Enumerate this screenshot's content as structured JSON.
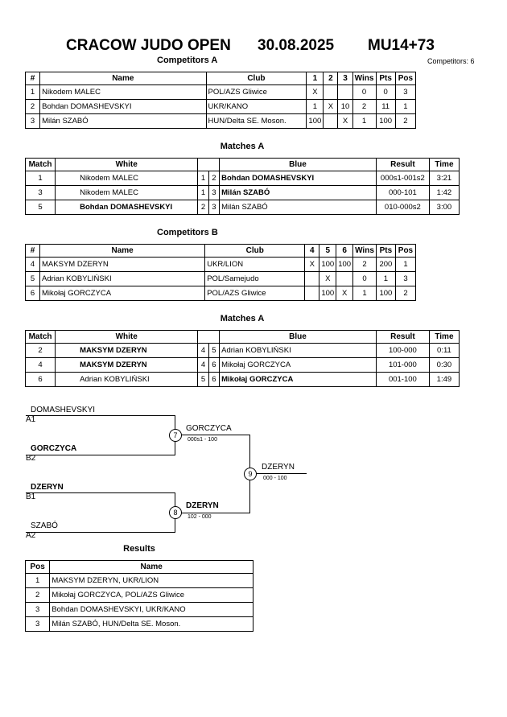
{
  "header": {
    "event": "CRACOW JUDO OPEN",
    "date": "30.08.2025",
    "category": "MU14+73",
    "competitors_count": "Competitors: 6"
  },
  "competitors_a": {
    "title": "Competitors A",
    "headers": [
      "#",
      "Name",
      "Club",
      "1",
      "2",
      "3",
      "Wins",
      "Pts",
      "Pos"
    ],
    "rows": [
      {
        "num": "1",
        "name": "Nikodem MALEC",
        "club": "POL/AZS Gliwice",
        "s1": "X",
        "s2": "",
        "s3": "",
        "wins": "0",
        "pts": "0",
        "pos": "3"
      },
      {
        "num": "2",
        "name": "Bohdan DOMASHEVSKYI",
        "club": "UKR/KANO",
        "s1": "1",
        "s2": "X",
        "s3": "10",
        "wins": "2",
        "pts": "11",
        "pos": "1"
      },
      {
        "num": "3",
        "name": "Milán SZABÓ",
        "club": "HUN/Delta SE. Moson.",
        "s1": "100",
        "s2": "",
        "s3": "X",
        "wins": "1",
        "pts": "100",
        "pos": "2"
      }
    ]
  },
  "matches_a": {
    "title": "Matches A",
    "headers": [
      "Match",
      "White",
      "Blue",
      "Result",
      "Time"
    ],
    "rows": [
      {
        "match": "1",
        "white": "Nikodem MALEC",
        "wn": "1",
        "bn": "2",
        "blue": "Bohdan DOMASHEVSKYI",
        "result": "000s1-001s2",
        "time": "3:21",
        "winner": "blue"
      },
      {
        "match": "3",
        "white": "Nikodem MALEC",
        "wn": "1",
        "bn": "3",
        "blue": "Milán SZABÓ",
        "result": "000-101",
        "time": "1:42",
        "winner": "blue"
      },
      {
        "match": "5",
        "white": "Bohdan DOMASHEVSKYI",
        "wn": "2",
        "bn": "3",
        "blue": "Milán SZABÓ",
        "result": "010-000s2",
        "time": "3:00",
        "winner": "white"
      }
    ]
  },
  "competitors_b": {
    "title": "Competitors B",
    "headers": [
      "#",
      "Name",
      "Club",
      "4",
      "5",
      "6",
      "Wins",
      "Pts",
      "Pos"
    ],
    "rows": [
      {
        "num": "4",
        "name": "MAKSYM DZERYN",
        "club": "UKR/LION",
        "s1": "X",
        "s2": "100",
        "s3": "100",
        "wins": "2",
        "pts": "200",
        "pos": "1"
      },
      {
        "num": "5",
        "name": "Adrian KOBYLIŃSKI",
        "club": "POL/Samejudo",
        "s1": "",
        "s2": "X",
        "s3": "",
        "wins": "0",
        "pts": "1",
        "pos": "3"
      },
      {
        "num": "6",
        "name": "Mikołaj GORCZYCA",
        "club": "POL/AZS Gliwice",
        "s1": "",
        "s2": "100",
        "s3": "X",
        "wins": "1",
        "pts": "100",
        "pos": "2"
      }
    ]
  },
  "matches_b": {
    "title": "Matches A",
    "headers": [
      "Match",
      "White",
      "Blue",
      "Result",
      "Time"
    ],
    "rows": [
      {
        "match": "2",
        "white": "MAKSYM DZERYN",
        "wn": "4",
        "bn": "5",
        "blue": "Adrian KOBYLIŃSKI",
        "result": "100-000",
        "time": "0:11",
        "winner": "white"
      },
      {
        "match": "4",
        "white": "MAKSYM DZERYN",
        "wn": "4",
        "bn": "6",
        "blue": "Mikołaj GORCZYCA",
        "result": "101-000",
        "time": "0:30",
        "winner": "white"
      },
      {
        "match": "6",
        "white": "Adrian KOBYLIŃSKI",
        "wn": "5",
        "bn": "6",
        "blue": "Mikołaj GORCZYCA",
        "result": "001-100",
        "time": "1:49",
        "winner": "blue"
      }
    ]
  },
  "bracket": {
    "slot1": {
      "name": "DOMASHEVSKYI",
      "seed": "A1"
    },
    "slot2": {
      "name": "GORCZYCA",
      "seed": "B2"
    },
    "slot3": {
      "name": "DZERYN",
      "seed": "B1"
    },
    "slot4": {
      "name": "SZABÓ",
      "seed": "A2"
    },
    "m7": {
      "num": "7",
      "winner": "GORCZYCA",
      "score": "000s1 - 100"
    },
    "m8": {
      "num": "8",
      "winner": "DZERYN",
      "score": "102 - 000"
    },
    "m9": {
      "num": "9",
      "winner": "DZERYN",
      "score": "000 - 100"
    }
  },
  "results": {
    "title": "Results",
    "headers": [
      "Pos",
      "Name"
    ],
    "rows": [
      {
        "pos": "1",
        "name": "MAKSYM DZERYN, UKR/LION"
      },
      {
        "pos": "2",
        "name": "Mikołaj GORCZYCA, POL/AZS Gliwice"
      },
      {
        "pos": "3",
        "name": "Bohdan DOMASHEVSKYI, UKR/KANO"
      },
      {
        "pos": "3",
        "name": "Milán SZABÓ, HUN/Delta SE. Moson."
      }
    ]
  }
}
